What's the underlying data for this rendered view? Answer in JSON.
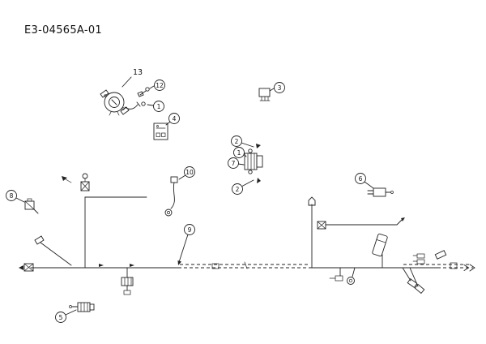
{
  "title": "E3-04565A-01",
  "diagram": {
    "part_label_13": "13",
    "callouts": {
      "c12": "12",
      "c1a": "1",
      "c4": "4",
      "c3": "3",
      "c2a": "2",
      "c1b": "1",
      "c7": "7",
      "c2b": "2",
      "c6": "6",
      "c10": "10",
      "c8": "8",
      "c9": "9",
      "c5": "5"
    }
  }
}
